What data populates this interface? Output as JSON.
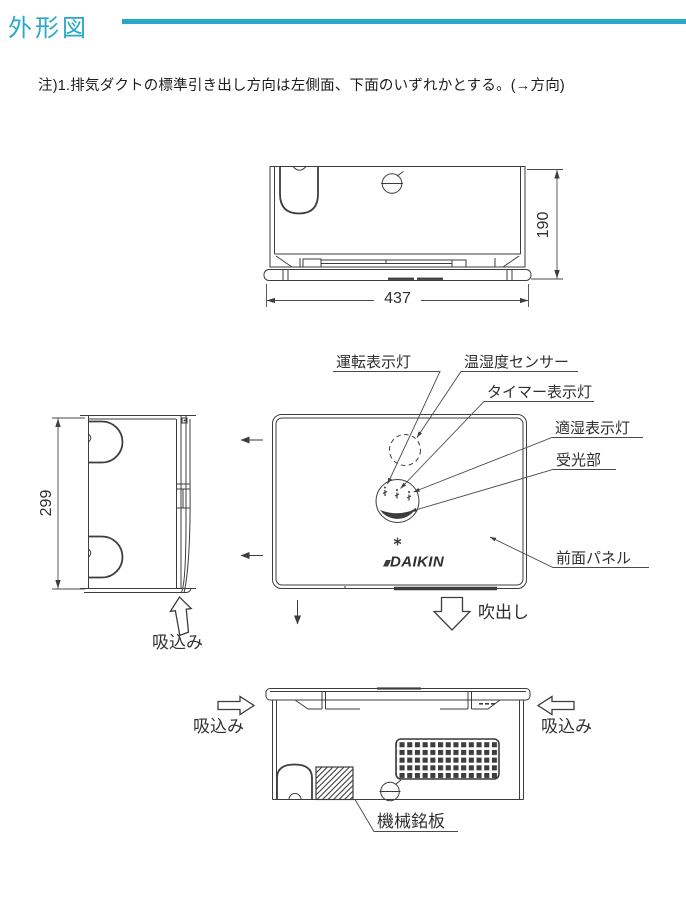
{
  "page": {
    "title": "外形図",
    "note": "注)1.排気ダクトの標準引き出し方向は左側面、下面のいずれかとする。(→方向)",
    "accent_color": "#29a8c8",
    "line_color": "#3d3d3d"
  },
  "top_view": {
    "width": "437",
    "depth": "190"
  },
  "side_view": {
    "height": "299",
    "intake": "吸込み"
  },
  "front_view": {
    "operation_lamp": "運転表示灯",
    "sensor": "温湿度センサー",
    "timer_lamp": "タイマー表示灯",
    "humidity_lamp": "適湿表示灯",
    "receiver": "受光部",
    "panel": "前面パネル",
    "outlet": "吹出し",
    "logo": "DAIKIN"
  },
  "bottom_view": {
    "intake_left": "吸込み",
    "intake_right": "吸込み",
    "nameplate": "機械銘板"
  }
}
